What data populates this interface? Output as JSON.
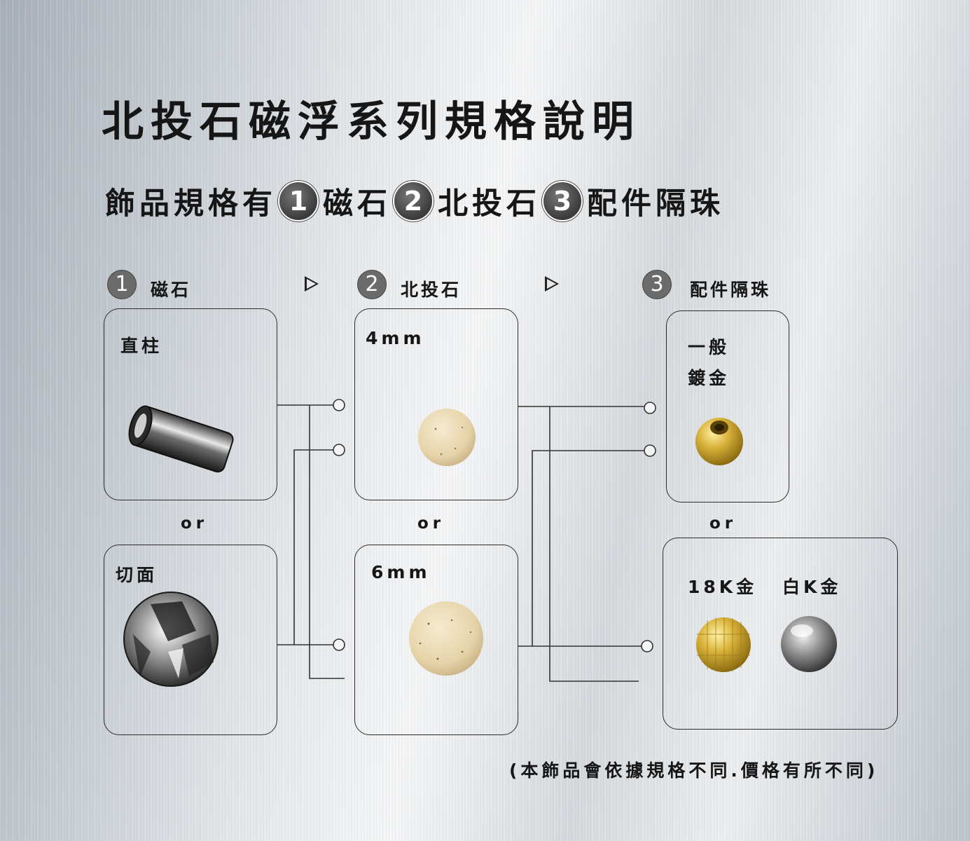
{
  "title": "北投石磁浮系列規格說明",
  "subtitle": {
    "prefix": "飾品規格有",
    "items": [
      {
        "num": "1",
        "label": "磁石"
      },
      {
        "num": "2",
        "label": "北投石"
      },
      {
        "num": "3",
        "label": "配件隔珠"
      }
    ]
  },
  "columns": [
    {
      "num": "1",
      "label": "磁石"
    },
    {
      "num": "2",
      "label": "北投石"
    },
    {
      "num": "3",
      "label": "配件隔珠"
    }
  ],
  "or_label": "or",
  "magnet": {
    "straight": "直柱",
    "faceted": "切面"
  },
  "stone": {
    "small": "4mm",
    "large": "6mm"
  },
  "accessory": {
    "plain_line1": "一般",
    "plain_line2": "鍍金",
    "gold": "18K金",
    "white": "白K金"
  },
  "footer": "(本飾品會依據規格不同.價格有所不同)"
}
